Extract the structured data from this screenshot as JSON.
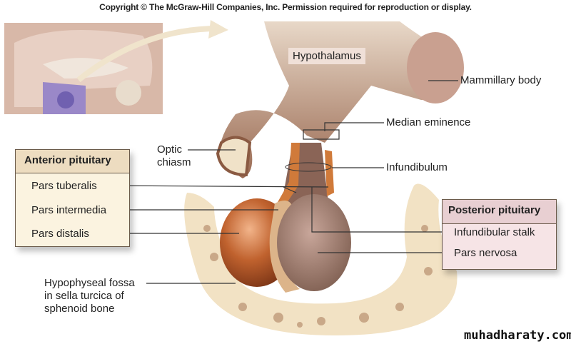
{
  "copyright": "Copyright © The McGraw-Hill Companies, Inc. Permission required for reproduction or display.",
  "labels": {
    "hypothalamus": "Hypothalamus",
    "mammillary_body": "Mammillary body",
    "median_eminence": "Median eminence",
    "infundibulum": "Infundibulum",
    "optic_chiasm_1": "Optic",
    "optic_chiasm_2": "chiasm",
    "fossa_1": "Hypophyseal fossa",
    "fossa_2": "in sella turcica of",
    "fossa_3": "sphenoid bone"
  },
  "anterior": {
    "title": "Anterior pituitary",
    "items": [
      "Pars tuberalis",
      "Pars intermedia",
      "Pars distalis"
    ]
  },
  "posterior": {
    "title": "Posterior pituitary",
    "items": [
      "Infundibular stalk",
      "Pars nervosa"
    ]
  },
  "watermark": "muhadharaty.com"
}
